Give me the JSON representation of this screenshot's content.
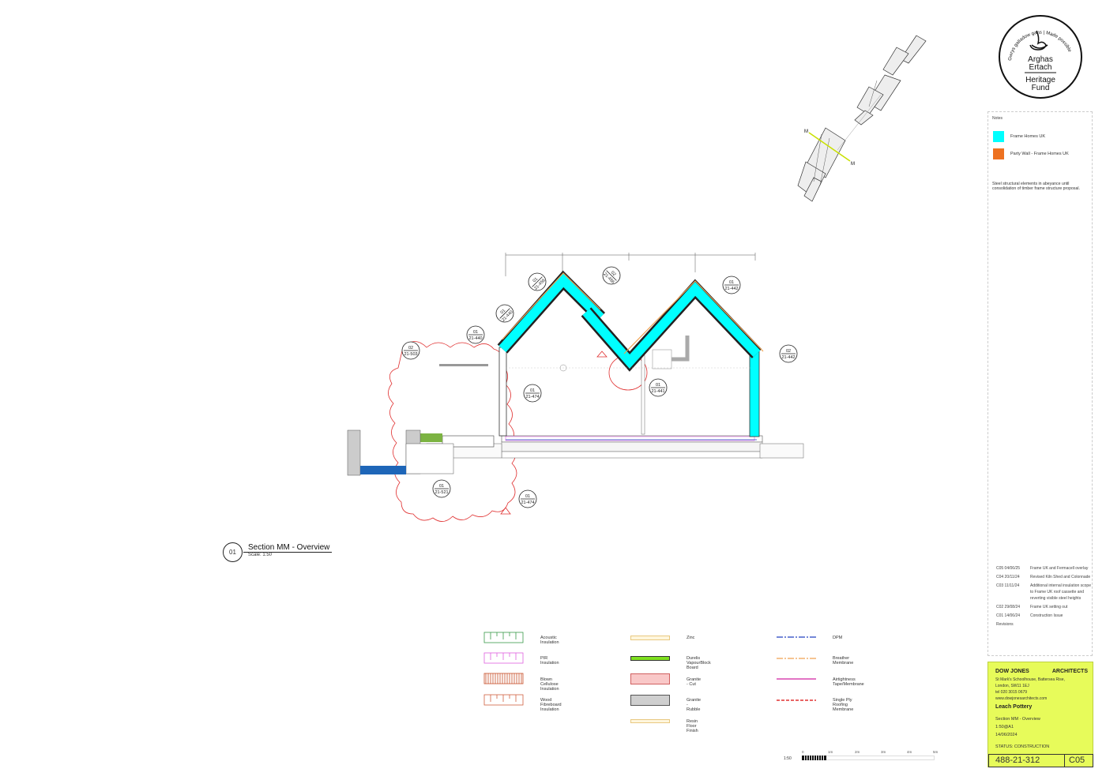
{
  "logo": {
    "ring_text": "Gwrys galladow gans | Made possible with",
    "line1": "Arghas",
    "line2": "Ertach",
    "line3": "Heritage",
    "line4": "Fund"
  },
  "key_plan": {
    "section_marker": "M"
  },
  "notes": {
    "title": "Notes",
    "swatches": [
      {
        "label": "Frame Homes UK",
        "color": "#00ffff"
      },
      {
        "label": "Party Wall - Frame Homes UK",
        "color": "#ed7121"
      }
    ],
    "text": "Steel structural elements in abeyance until consolidation of timber frame structure proposal."
  },
  "revisions": {
    "title": "Revisions",
    "items": [
      {
        "code": "C05 04/06/25",
        "desc": "Frame UK and Fermacell overlay"
      },
      {
        "code": "C04 20/11/24",
        "desc": "Revised Kiln Shed and Colonnade"
      },
      {
        "code": "C03 11/11/24",
        "desc": "Additional internal insulation scope to Frame UK roof cassette and reverting visible steel heights"
      },
      {
        "code": "C02 29/08/24",
        "desc": "Frame UK setting out"
      },
      {
        "code": "C01 14/06/24",
        "desc": "Construction Issue"
      }
    ]
  },
  "title_block": {
    "firm_left": "DOW   JONES",
    "firm_right": "ARCHITECTS",
    "address1": "St Mark's Schoolhouse, Battersea Rise,",
    "address2": "London, SW11 1EJ",
    "tel": "tel 020 3015 0679",
    "web": "www.dowjonesarchitects.com",
    "project": "Leach Pottery",
    "drawing_title": "Section MM - Overview",
    "scale": "1:50@A1",
    "date": "14/06/2024",
    "status": "STATUS:   CONSTRUCTION",
    "drawing_number": "488-21-312",
    "revision": "C05"
  },
  "view_title": {
    "number": "01",
    "title": "Section MM - Overview",
    "scale": "Scale: 1:50"
  },
  "callouts": [
    {
      "num": "01",
      "ref": "21-456"
    },
    {
      "num": "02",
      "ref": "21-456"
    },
    {
      "num": "01",
      "ref": "21-440"
    },
    {
      "num": "01",
      "ref": "21-440"
    },
    {
      "num": "02",
      "ref": "21-503"
    },
    {
      "num": "01",
      "ref": "21-474"
    },
    {
      "num": "01",
      "ref": "21-442"
    },
    {
      "num": "02",
      "ref": "21-442"
    },
    {
      "num": "01",
      "ref": "21-441"
    },
    {
      "num": "01",
      "ref": "21-521"
    },
    {
      "num": "01",
      "ref": "21-474"
    }
  ],
  "legend": {
    "col1": [
      {
        "label": "Acoustic Insulation",
        "color": "#3a9a4a"
      },
      {
        "label": "PIR Insulation",
        "color": "#e060e0"
      },
      {
        "label": "Blown Cellulose Insulation",
        "color": "#c8502a"
      },
      {
        "label": "Wood Fibreboard Insulation",
        "color": "#d06040"
      }
    ],
    "col2": [
      {
        "label": "Zinc",
        "color": "#f3d9a0"
      },
      {
        "label": "Durelis VapourBlock Board",
        "color": "#7fe020"
      },
      {
        "label": "Granite - Cut",
        "color": "#f7b8b8"
      },
      {
        "label": "Granite - Rubble",
        "color": "#c8c8c8"
      },
      {
        "label": "Resin Floor Finish",
        "color": "#f3d9a0"
      }
    ],
    "col3": [
      {
        "label": "DPM",
        "color": "#2040c0"
      },
      {
        "label": "Breather Membrane",
        "color": "#f0a050"
      },
      {
        "label": "Airtightness Tape/Membrane",
        "color": "#d020a0"
      },
      {
        "label": "Single Ply Roofing Membrane",
        "color": "#e03030"
      }
    ]
  },
  "scale_bar": {
    "ratio": "1:50",
    "ticks": [
      "0",
      "1m",
      "2m",
      "3m",
      "4m",
      "5m"
    ]
  }
}
